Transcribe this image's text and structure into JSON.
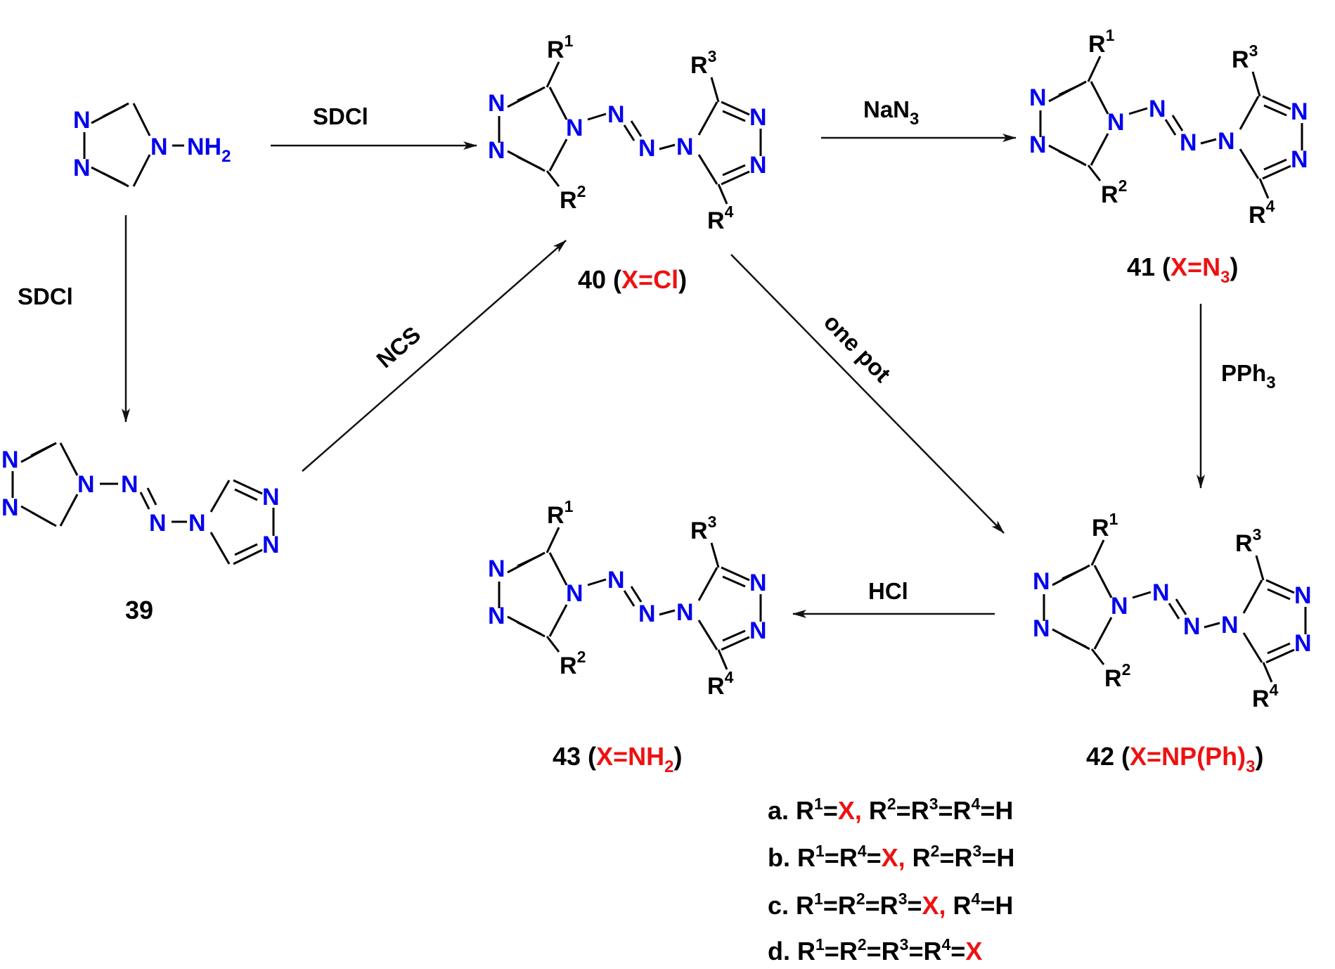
{
  "colors": {
    "nitrogen": "#0000ee",
    "highlight": "#ee1111",
    "bond": "#000000",
    "arrow": "#111111"
  },
  "atoms": {
    "N": "N",
    "NH": "NH",
    "sub2": "2",
    "R": "R",
    "sup1": "1",
    "sup2": "2",
    "sup3": "3",
    "sup4": "4"
  },
  "reagents": {
    "sdcl_top": "SDCl",
    "sdcl_left": "SDCl",
    "ncs": "NCS",
    "nan3_main": "NaN",
    "nan3_sub": "3",
    "one_pot": "one pot",
    "pph3_main": "PPh",
    "pph3_sub": "3",
    "hcl": "HCl"
  },
  "compounds": {
    "c39": {
      "number": "39"
    },
    "c40": {
      "number": "40 (",
      "x": "X=Cl",
      "close": ")"
    },
    "c41": {
      "number": "41 (",
      "x": "X=N",
      "x_sub": "3",
      "close": ")"
    },
    "c42": {
      "number": "42 (",
      "x": "X=NP(Ph)",
      "x_sub": "3",
      "close": ")"
    },
    "c43": {
      "number": "43 (",
      "x": "X=NH",
      "x_sub": "2",
      "close": ")"
    }
  },
  "substitutions": [
    {
      "prefix": "a. R",
      "s1": "1",
      "eq1": "=",
      "x": "X,",
      "rest": " R",
      "s2": "2",
      "eq2": "=R",
      "s3": "3",
      "eq3": "=R",
      "s4": "4",
      "tail": "=H"
    },
    {
      "prefix": "b. R",
      "s1": "1",
      "eq1": "=R",
      "s2": "4",
      "eq2": "=",
      "x": "X,",
      "rest": " R",
      "s3": "2",
      "eq3": "=R",
      "s4": "3",
      "tail": "=H"
    },
    {
      "prefix": "c. R",
      "s1": "1",
      "eq1": "=R",
      "s2": "2",
      "eq2": "=R",
      "s3": "3",
      "eq3": "=",
      "x": "X,",
      "rest": " R",
      "s4": "4",
      "tail": "=H"
    },
    {
      "prefix": "d. R",
      "s1": "1",
      "eq1": "=R",
      "s2": "2",
      "eq2": "=R",
      "s3": "3",
      "eq3": "=R",
      "s4": "4",
      "eq4": "=",
      "x": "X"
    }
  ]
}
